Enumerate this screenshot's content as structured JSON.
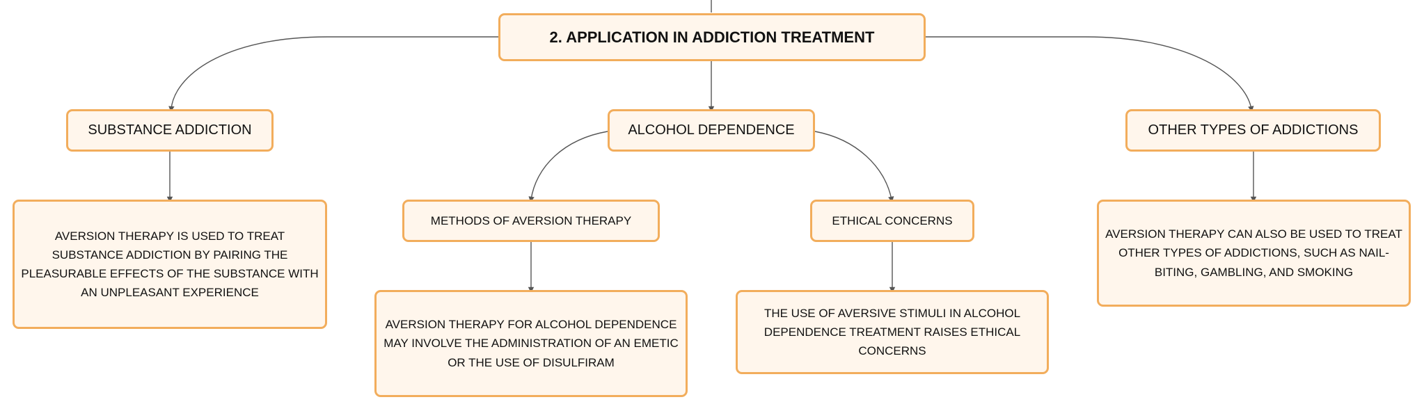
{
  "diagram": {
    "root": {
      "label": "2. APPLICATION IN ADDICTION TREATMENT"
    },
    "substance": {
      "label": "SUBSTANCE ADDICTION",
      "detail": "AVERSION THERAPY IS USED TO TREAT SUBSTANCE ADDICTION BY PAIRING THE PLEASURABLE EFFECTS OF THE SUBSTANCE WITH AN UNPLEASANT EXPERIENCE"
    },
    "alcohol": {
      "label": "ALCOHOL DEPENDENCE",
      "methods": {
        "label": "METHODS OF AVERSION THERAPY",
        "detail": "AVERSION THERAPY FOR ALCOHOL DEPENDENCE MAY INVOLVE THE ADMINISTRATION OF AN EMETIC OR THE USE OF DISULFIRAM"
      },
      "ethics": {
        "label": "ETHICAL CONCERNS",
        "detail": "THE USE OF AVERSIVE STIMULI IN ALCOHOL DEPENDENCE TREATMENT RAISES ETHICAL CONCERNS"
      }
    },
    "other": {
      "label": "OTHER TYPES OF ADDICTIONS",
      "detail": "AVERSION THERAPY CAN ALSO BE USED TO TREAT OTHER TYPES OF ADDICTIONS, SUCH AS NAIL-BITING, GAMBLING, AND SMOKING"
    }
  },
  "colors": {
    "node_fill": "#fff6ec",
    "node_border": "#f2ad5c",
    "connector": "#555555",
    "text": "#111111"
  }
}
